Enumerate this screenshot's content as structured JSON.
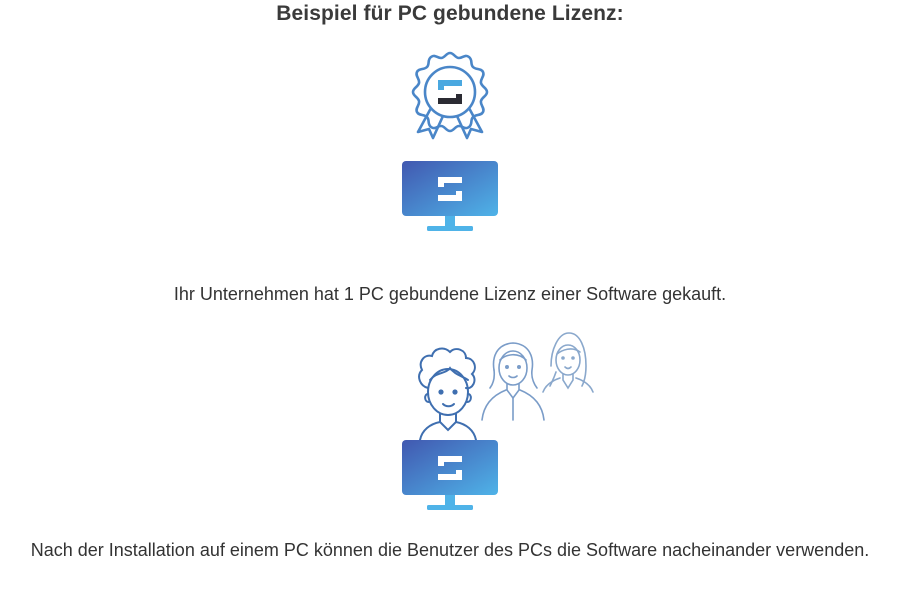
{
  "title": "Beispiel für PC gebundene Lizenz:",
  "captions": {
    "license": "Ihr Unternehmen hat 1 PC gebundene Lizenz einer Software gekauft.",
    "usage": "Nach der Installation auf einem PC können die Benutzer des PCs die Software nacheinander verwenden."
  },
  "icons": {
    "badge": "license-badge-icon",
    "monitor": "monitor-icon",
    "users": "users-icon"
  },
  "colors": {
    "accent_blue": "#4a86c8",
    "monitor_gradient_start": "#4158b0",
    "monitor_gradient_end": "#4fb3e8",
    "stand": "#4fb3e8",
    "line_art": "#3f6fb0",
    "line_art_light": "#8aa8cc"
  }
}
